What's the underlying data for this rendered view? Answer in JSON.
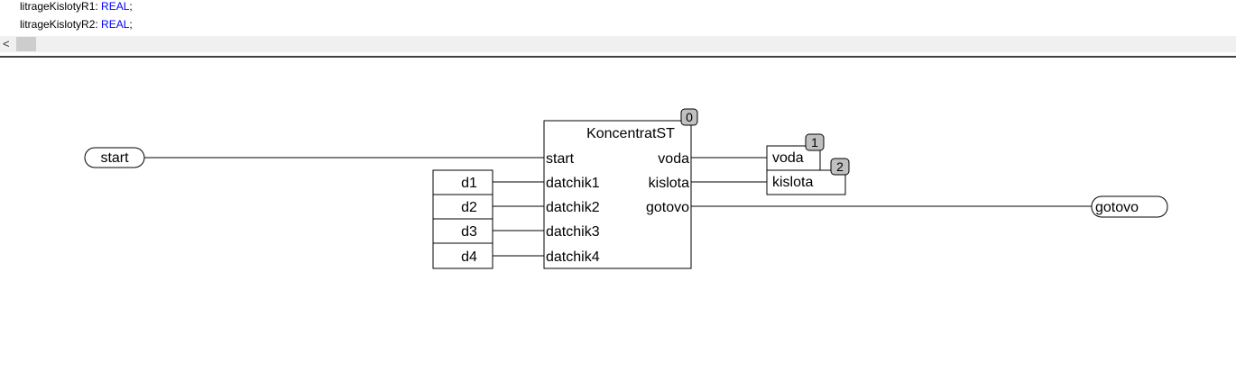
{
  "declarations": [
    {
      "name": "litrageKislotyR1",
      "type": "REAL"
    },
    {
      "name": "litrageKislotyR2",
      "type": "REAL"
    }
  ],
  "scrollbar": {
    "left_arrow": "<"
  },
  "diagram": {
    "inputs": {
      "start": "start"
    },
    "block": {
      "title": "KoncentratST",
      "exec_order": "0",
      "input_pins": [
        "start",
        "datchik1",
        "datchik2",
        "datchik3",
        "datchik4"
      ],
      "output_pins": [
        "voda",
        "kislota",
        "gotovo"
      ]
    },
    "input_vars": [
      "d1",
      "d2",
      "d3",
      "d4"
    ],
    "output_vars": [
      {
        "name": "voda",
        "order": "1"
      },
      {
        "name": "kislota",
        "order": "2"
      }
    ],
    "output_coil": "gotovo"
  }
}
